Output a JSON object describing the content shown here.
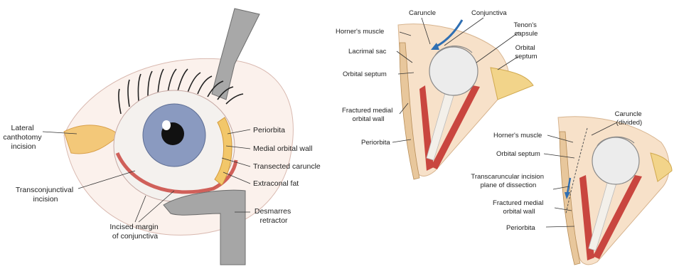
{
  "left_figure": {
    "labels": {
      "lateral_canthotomy": [
        "Lateral",
        "canthotomy",
        "incision"
      ],
      "transconjunctival": [
        "Transconjunctival",
        "incision"
      ],
      "incised_margin": [
        "Incised margin",
        "of conjunctiva"
      ],
      "periorbita": "Periorbita",
      "medial_orbital_wall": "Medial orbital wall",
      "transected_caruncle": "Transected caruncle",
      "extraconal_fat": "Extraconal fat",
      "desmarres": [
        "Desmarres",
        "retractor"
      ]
    }
  },
  "top_right_figure": {
    "labels": {
      "caruncle": "Caruncle",
      "conjunctiva": "Conjunctiva",
      "horners_muscle": "Horner's muscle",
      "tenons_capsule": [
        "Tenon's",
        "capsule"
      ],
      "lacrimal_sac": "Lacrimal sac",
      "orbital_septum_right": [
        "Orbital",
        "septum"
      ],
      "orbital_septum_left": "Orbital septum",
      "fractured_wall": [
        "Fractured medial",
        "orbital wall"
      ],
      "periorbita": "Periorbita"
    }
  },
  "bottom_right_figure": {
    "labels": {
      "caruncle_divided": [
        "Caruncle",
        "(divided)"
      ],
      "horners_muscle": "Horner's muscle",
      "orbital_septum": "Orbital septum",
      "transcaruncular": [
        "Transcaruncular incision",
        "plane of dissection"
      ],
      "fractured_wall": [
        "Fractured medial",
        "orbital wall"
      ],
      "periorbita": "Periorbita"
    }
  },
  "colors": {
    "iris": "#8a9ac0",
    "pupil": "#111111",
    "sclera": "#f4f1ee",
    "muscle_red": "#c9463f",
    "fat_yellow": "#f2c76a",
    "retractor_gray": "#9a9a9a",
    "arrow_blue": "#2f6fb3"
  }
}
